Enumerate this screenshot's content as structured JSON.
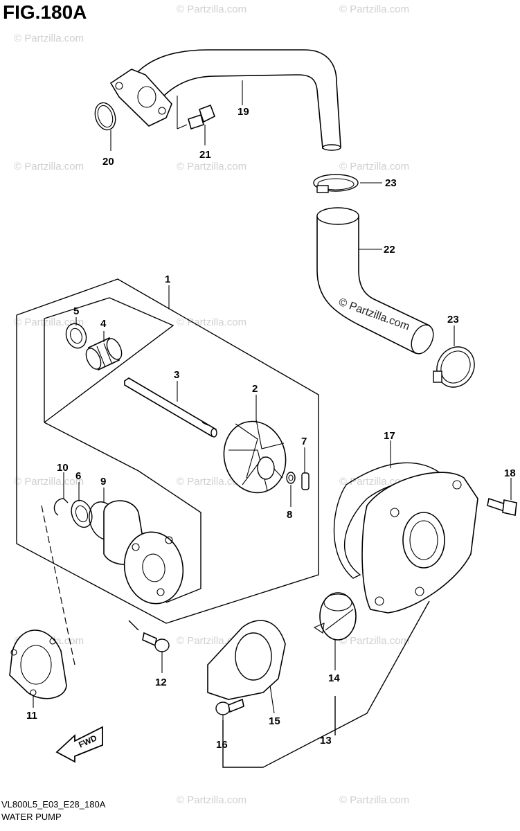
{
  "figure": {
    "title": "FIG.180A",
    "model_code": "VL800L5_E03_E28_180A",
    "section_name": "WATER PUMP"
  },
  "callouts": {
    "c1": "1",
    "c2": "2",
    "c3": "3",
    "c4": "4",
    "c5": "5",
    "c6": "6",
    "c7": "7",
    "c8": "8",
    "c9": "9",
    "c10": "10",
    "c11": "11",
    "c12": "12",
    "c13": "13",
    "c14": "14",
    "c15": "15",
    "c16": "16",
    "c17": "17",
    "c18": "18",
    "c19": "19",
    "c20": "20",
    "c21": "21",
    "c22": "22",
    "c23a": "23",
    "c23b": "23"
  },
  "direction_badge": "FWD",
  "watermark": {
    "text": "© Partzilla.com"
  },
  "colors": {
    "line": "#000000",
    "background": "#ffffff",
    "watermark": "#d0d0d0"
  }
}
